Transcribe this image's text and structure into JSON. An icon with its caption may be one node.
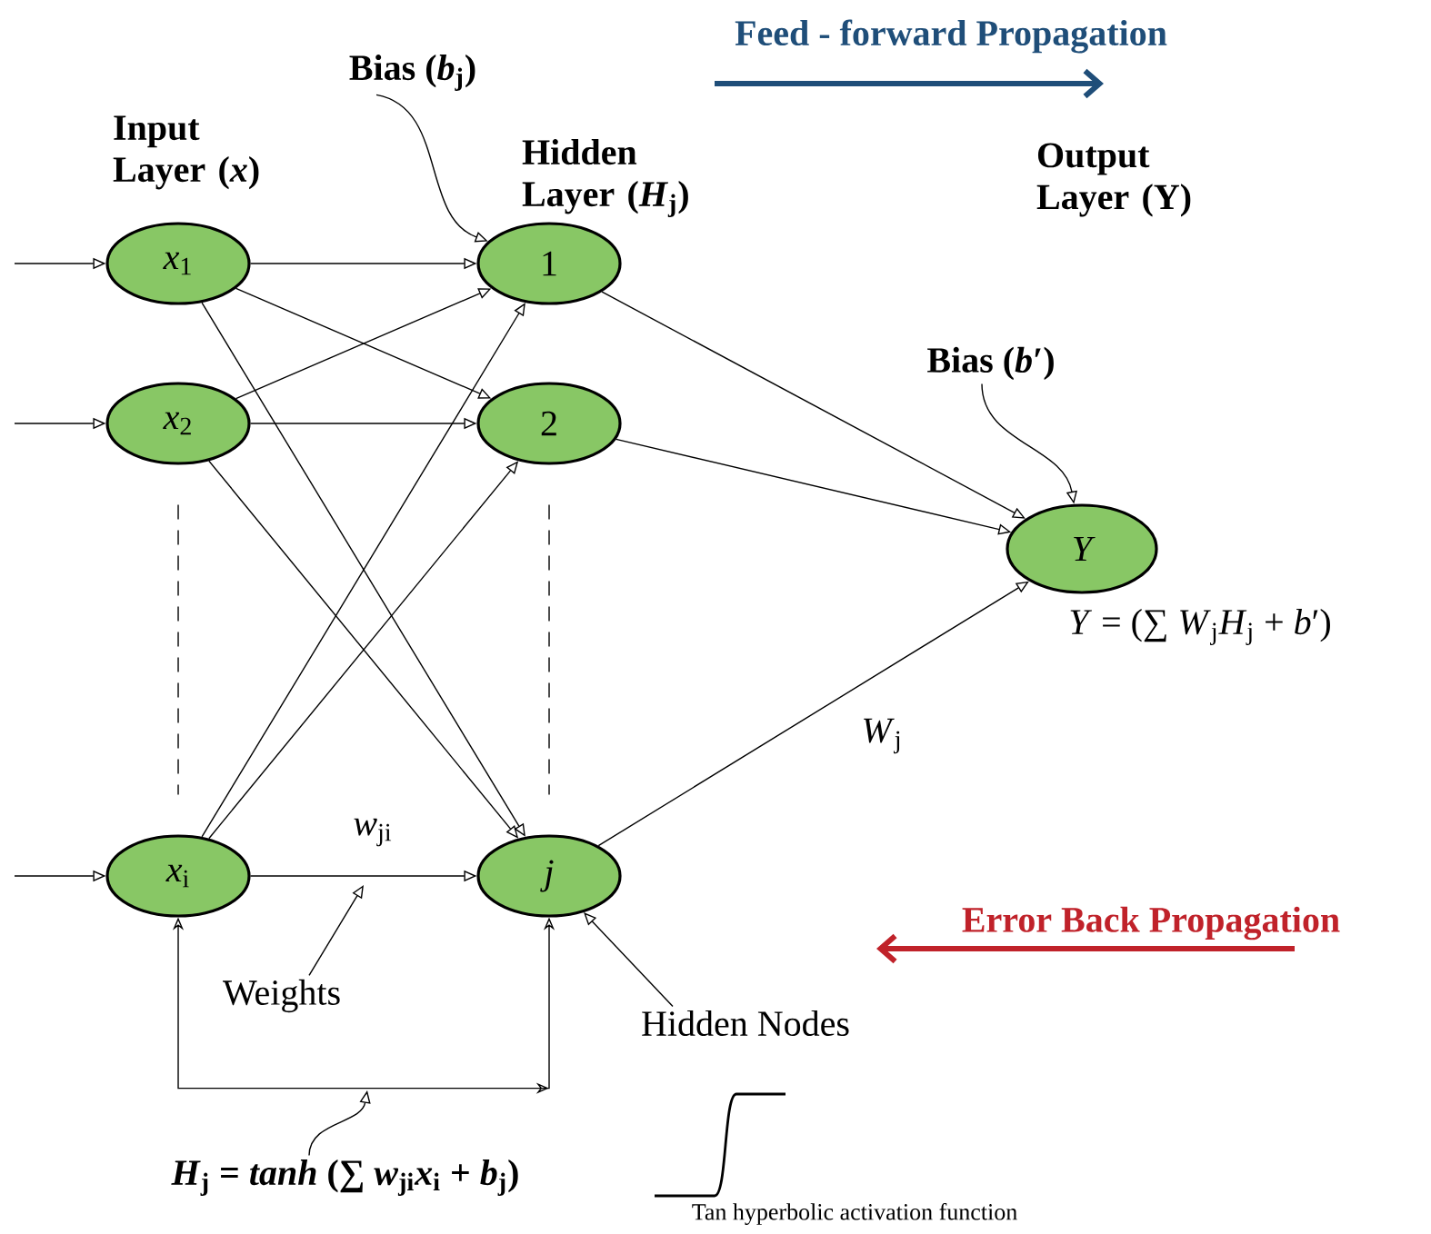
{
  "diagram": {
    "nodes": [
      {
        "text": [
          "*x*$_{1}$"
        ]
      },
      {
        "text": [
          "*x*$_{2}$"
        ]
      },
      {
        "text": [
          "*x*$_{i}$"
        ]
      },
      {
        "text": [
          "1"
        ]
      },
      {
        "text": [
          "2"
        ]
      },
      {
        "text": [
          "j"
        ]
      },
      {
        "text": [
          "Y"
        ]
      },
      {
        "text": [
          "Bias (*b*$_{j}$)"
        ]
      },
      {
        "text": [
          "Bias (*b*′)"
        ]
      },
      {
        "text": [
          "Weights"
        ]
      },
      {
        "text": [
          "Hidden Nodes"
        ]
      },
      {
        "text": [
          "*H*$_{j}$ = *tanh* (∑ *w*$_{ji}$*x*$_{i}$ + *b*$_{j}$)"
        ]
      }
    ],
    "edges": [
      {
        "from": null,
        "to": 0,
        "arrow": "to"
      },
      {
        "from": null,
        "to": 1,
        "arrow": "to"
      },
      {
        "from": null,
        "to": 2,
        "arrow": "to"
      },
      {
        "from": 0,
        "to": 3,
        "arrow": "to"
      },
      {
        "from": 0,
        "to": 4,
        "arrow": "to"
      },
      {
        "from": 0,
        "to": 5,
        "arrow": "to"
      },
      {
        "from": 1,
        "to": 3,
        "arrow": "to"
      },
      {
        "from": 1,
        "to": 4,
        "arrow": "to"
      },
      {
        "from": 1,
        "to": 5,
        "arrow": "to"
      },
      {
        "from": 2,
        "to": 3,
        "arrow": "to"
      },
      {
        "from": 2,
        "to": 4,
        "arrow": "to"
      },
      {
        "from": 2,
        "to": 5,
        "arrow": "to",
        "label": "*w*$_{ji}$"
      },
      {
        "from": 3,
        "to": 6,
        "arrow": "to"
      },
      {
        "from": 4,
        "to": 6,
        "arrow": "to"
      },
      {
        "from": 5,
        "to": 6,
        "arrow": "to",
        "label": "*W*$_{j}$"
      },
      {
        "from": 1,
        "to": 2,
        "arrow": "none",
        "style": "dashed"
      },
      {
        "from": 4,
        "to": 5,
        "arrow": "none",
        "style": "dashed"
      },
      {
        "from": 2,
        "to": 5,
        "arrow": "both"
      },
      {
        "from": 7,
        "to": 3,
        "arrow": "to"
      },
      {
        "from": 8,
        "to": 6,
        "arrow": "to"
      },
      {
        "from": 9,
        "to": null,
        "arrow": "to"
      },
      {
        "from": 10,
        "to": 5,
        "arrow": "to"
      },
      {
        "from": 11,
        "to": null,
        "arrow": "to"
      }
    ],
    "labels": [
      "Feed - forward Propagation",
      "Input Layer (*x*)",
      "Hidden Layer (*H*$_{j}$)",
      "Output Layer (Y)",
      "*Y* = (∑ *W*$_{j}$*H*$_{j}$ + *b*′)",
      "Error Back Propagation",
      "Tan hyperbolic activation function"
    ]
  }
}
